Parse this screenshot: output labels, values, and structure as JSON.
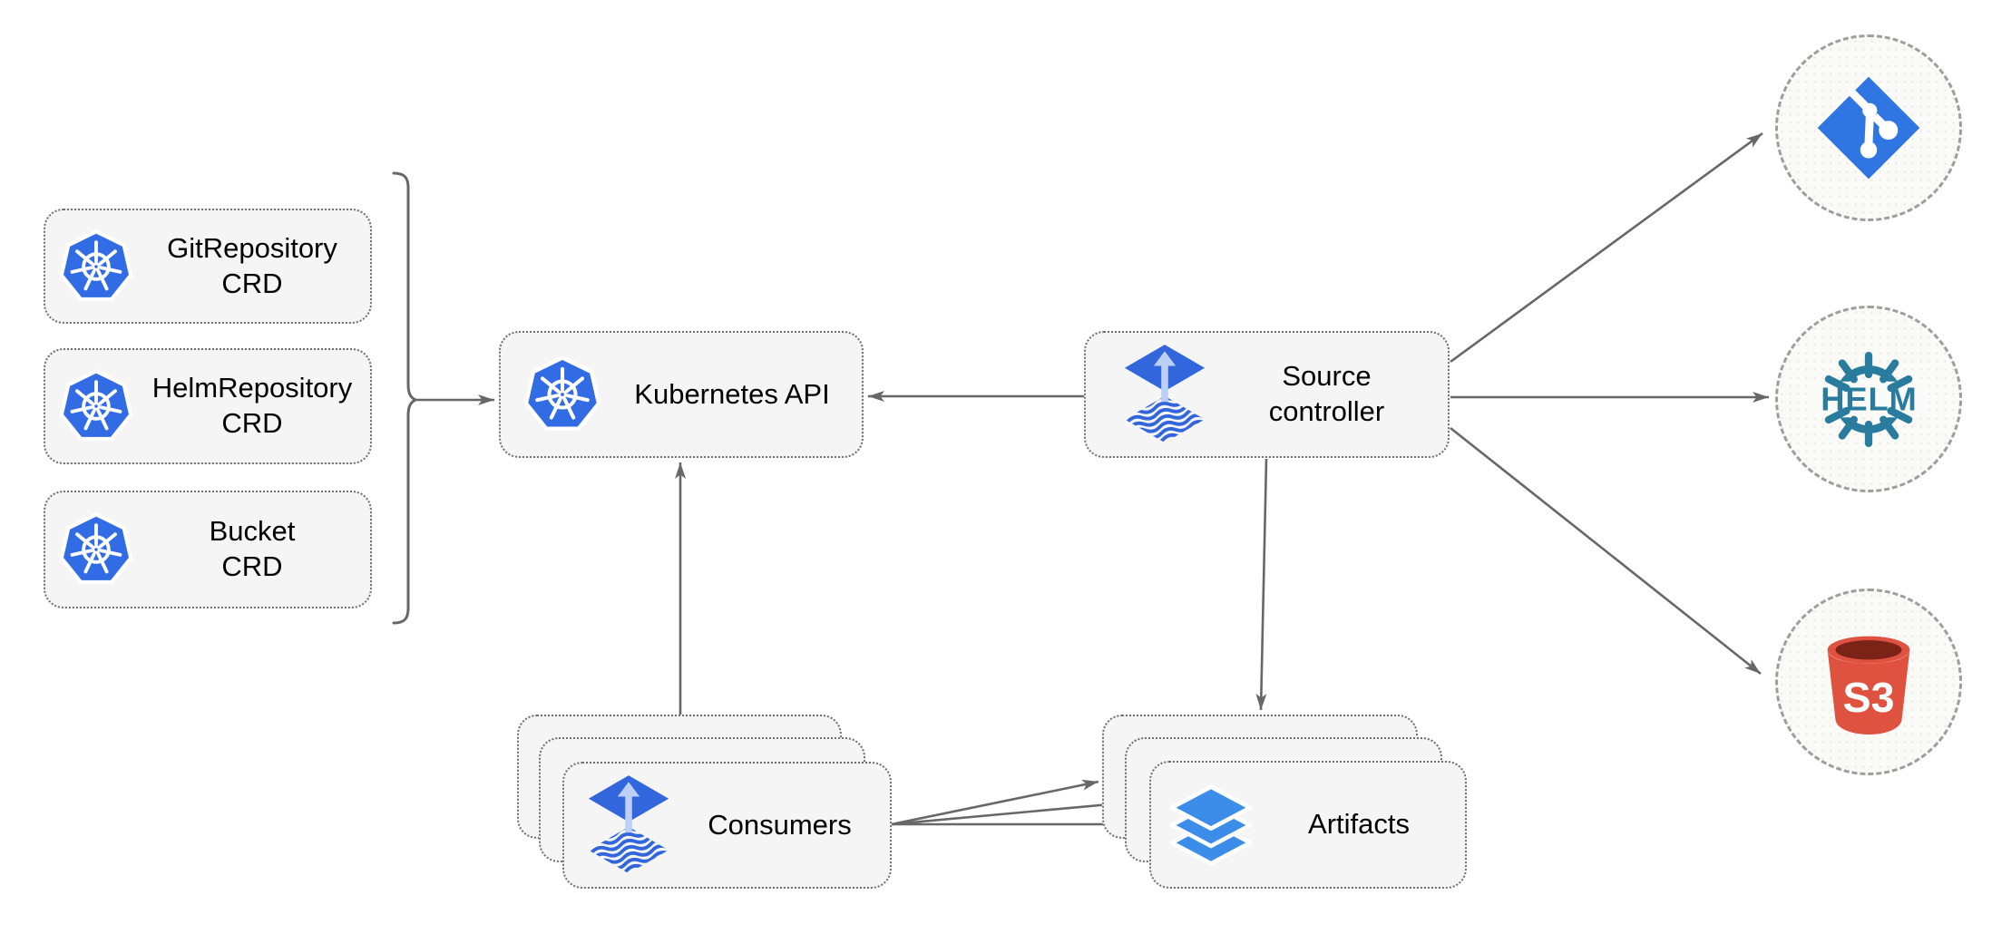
{
  "diagram": {
    "nodes": {
      "crd_boxes": [
        {
          "label": "GitRepository\nCRD",
          "icon": "kubernetes-icon"
        },
        {
          "label": "HelmRepository\nCRD",
          "icon": "kubernetes-icon"
        },
        {
          "label": "Bucket\nCRD",
          "icon": "kubernetes-icon"
        }
      ],
      "kubernetes_api": {
        "label": "Kubernetes API",
        "icon": "kubernetes-icon"
      },
      "source_controller": {
        "label": "Source\ncontroller",
        "icon": "flux-icon"
      },
      "consumers": {
        "label": "Consumers",
        "icon": "flux-icon",
        "stack_count": 3
      },
      "artifacts": {
        "label": "Artifacts",
        "icon": "layers-icon",
        "stack_count": 3
      },
      "git": {
        "icon": "git-icon"
      },
      "helm": {
        "icon": "helm-icon",
        "label": "HELM"
      },
      "s3": {
        "icon": "s3-bucket-icon",
        "label": "S3"
      }
    },
    "edges": [
      {
        "from": "crd-boxes-brace",
        "to": "kubernetes-api"
      },
      {
        "from": "source-controller",
        "to": "kubernetes-api"
      },
      {
        "from": "consumers",
        "to": "kubernetes-api"
      },
      {
        "from": "source-controller",
        "to": "artifacts"
      },
      {
        "from": "source-controller",
        "to": "git"
      },
      {
        "from": "source-controller",
        "to": "helm"
      },
      {
        "from": "source-controller",
        "to": "s3"
      },
      {
        "from": "consumers",
        "to": "artifacts"
      },
      {
        "from": "consumers",
        "to": "artifacts"
      },
      {
        "from": "consumers",
        "to": "artifacts"
      }
    ],
    "colors": {
      "kubernetes_blue": "#326CE5",
      "flux_blue": "#3166DC",
      "flux_arrow_light": "#BCCFF4",
      "git_blue": "#3076E3",
      "helm_teal": "#2A7C9E",
      "s3_red": "#DF5240",
      "s3_dark_red": "#7B2316",
      "layers_blue": "#3B8DE9",
      "arrow_gray": "#676767",
      "node_fill": "#F5F5F5",
      "node_border": "#6E6E6E",
      "circle_fill": "#FAFAF7",
      "circle_border": "#9E9E9E"
    }
  }
}
